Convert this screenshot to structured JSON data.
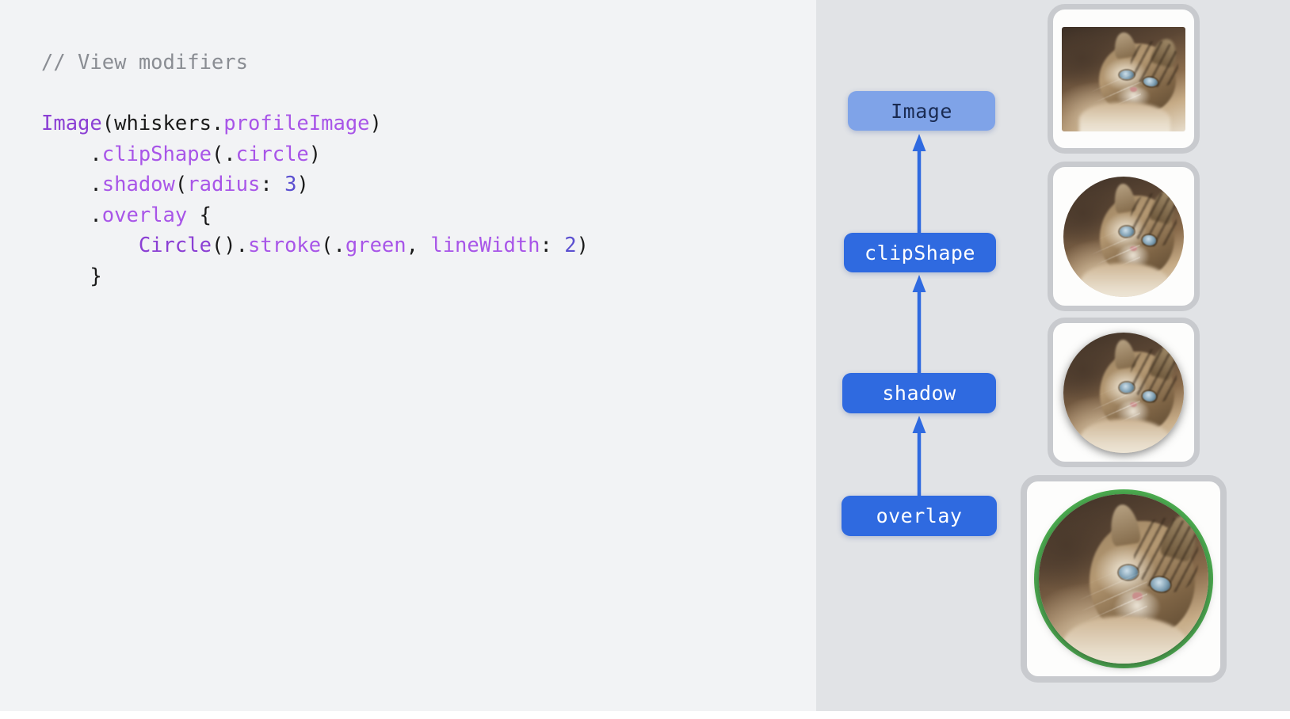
{
  "code": {
    "language": "swift",
    "lines": [
      [
        {
          "t": "// View modifiers",
          "c": "cm"
        }
      ],
      [],
      [
        {
          "t": "Image",
          "c": "pl"
        },
        {
          "t": "(whiskers.",
          "c": "pn"
        },
        {
          "t": "profileImage",
          "c": "pl2"
        },
        {
          "t": ")",
          "c": "pn"
        }
      ],
      [
        {
          "t": "    .",
          "c": "pn"
        },
        {
          "t": "clipShape",
          "c": "pl2"
        },
        {
          "t": "(.",
          "c": "pn"
        },
        {
          "t": "circle",
          "c": "pl2"
        },
        {
          "t": ")",
          "c": "pn"
        }
      ],
      [
        {
          "t": "    .",
          "c": "pn"
        },
        {
          "t": "shadow",
          "c": "pl2"
        },
        {
          "t": "(",
          "c": "pn"
        },
        {
          "t": "radius",
          "c": "pl2"
        },
        {
          "t": ": ",
          "c": "pn"
        },
        {
          "t": "3",
          "c": "nm"
        },
        {
          "t": ")",
          "c": "pn"
        }
      ],
      [
        {
          "t": "    .",
          "c": "pn"
        },
        {
          "t": "overlay",
          "c": "pl2"
        },
        {
          "t": " {",
          "c": "pn"
        }
      ],
      [
        {
          "t": "        ",
          "c": "pn"
        },
        {
          "t": "Circle",
          "c": "pl"
        },
        {
          "t": "().",
          "c": "pn"
        },
        {
          "t": "stroke",
          "c": "pl2"
        },
        {
          "t": "(.",
          "c": "pn"
        },
        {
          "t": "green",
          "c": "pl2"
        },
        {
          "t": ", ",
          "c": "pn"
        },
        {
          "t": "lineWidth",
          "c": "pl2"
        },
        {
          "t": ": ",
          "c": "pn"
        },
        {
          "t": "2",
          "c": "nm"
        },
        {
          "t": ")",
          "c": "pn"
        }
      ],
      [
        {
          "t": "    }",
          "c": "pn"
        }
      ]
    ],
    "plain_text": "// View modifiers\n\nImage(whiskers.profileImage)\n    .clipShape(.circle)\n    .shadow(radius: 3)\n    .overlay {\n        Circle().stroke(.green, lineWidth: 2)\n    }"
  },
  "diagram": {
    "nodes": [
      {
        "id": "image",
        "label": "Image",
        "fill": "#7fa3e8",
        "text_color": "#1a2b52"
      },
      {
        "id": "clipShape",
        "label": "clipShape",
        "fill": "#2f6ae0",
        "text_color": "#ffffff"
      },
      {
        "id": "shadow",
        "label": "shadow",
        "fill": "#2f6ae0",
        "text_color": "#ffffff"
      },
      {
        "id": "overlay",
        "label": "overlay",
        "fill": "#2f6ae0",
        "text_color": "#ffffff"
      }
    ],
    "edges": [
      {
        "from": "clipShape",
        "to": "image",
        "color": "#2f6ae0",
        "direction": "up"
      },
      {
        "from": "shadow",
        "to": "clipShape",
        "color": "#2f6ae0",
        "direction": "up"
      },
      {
        "from": "overlay",
        "to": "shadow",
        "color": "#2f6ae0",
        "direction": "up"
      }
    ],
    "previews": [
      {
        "id": "preview-image",
        "for": "Image",
        "shape": "square",
        "ring_color": null,
        "shadow": false
      },
      {
        "id": "preview-clipshape",
        "for": "clipShape",
        "shape": "circle",
        "ring_color": null,
        "shadow": false
      },
      {
        "id": "preview-shadow",
        "for": "shadow",
        "shape": "circle",
        "ring_color": null,
        "shadow": true
      },
      {
        "id": "preview-overlay",
        "for": "overlay",
        "shape": "circle",
        "ring_color": "#4caf50",
        "shadow": true
      }
    ]
  },
  "colors": {
    "left_panel_bg": "#f2f3f5",
    "right_panel_bg": "#e1e3e6",
    "accent_blue": "#2f6ae0",
    "accent_blue_light": "#7fa3e8",
    "green_stroke": "#4caf50",
    "card_border": "#c8cace",
    "card_bg": "#fdfdfc"
  }
}
